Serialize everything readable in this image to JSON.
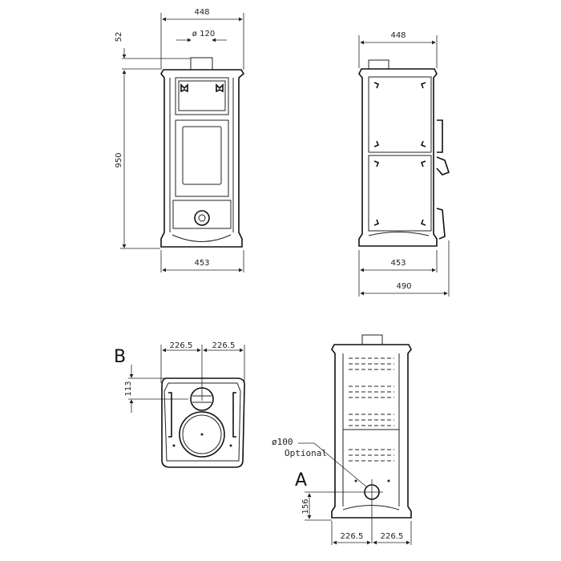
{
  "front_view": {
    "width_top": "448",
    "flue_diameter": "ø 120",
    "flue_height": "52",
    "height": "950",
    "width_bottom": "453"
  },
  "side_view": {
    "width_top": "448",
    "width_body": "453",
    "width_total": "490"
  },
  "top_view": {
    "label": "B",
    "half_width_left": "226.5",
    "half_width_right": "226.5",
    "flue_offset": "113"
  },
  "rear_view": {
    "label": "A",
    "optional_outlet": "ø100",
    "optional_text": "Optional",
    "outlet_height": "156",
    "half_width_left": "226.5",
    "half_width_right": "226.5"
  }
}
